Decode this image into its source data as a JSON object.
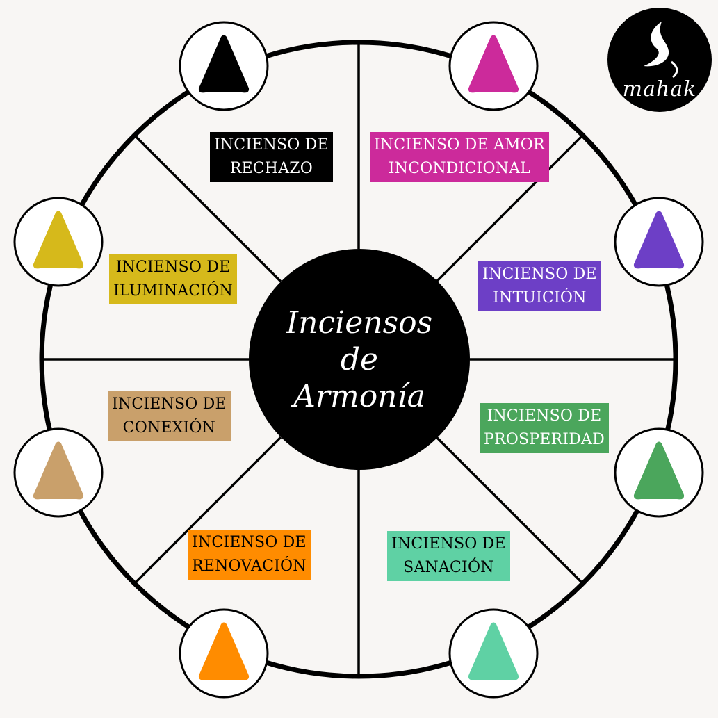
{
  "center": {
    "line1": "Inciensos",
    "line2": "de",
    "line3": "Armonía"
  },
  "logo": {
    "text": "mahak"
  },
  "segments": [
    {
      "line1": "INCIENSO DE",
      "line2": "RECHAZO",
      "color": "#000000",
      "text_color": "#ffffff"
    },
    {
      "line1": "INCIENSO DE AMOR",
      "line2": "INCONDICIONAL",
      "color": "#cc2a9b",
      "text_color": "#ffffff"
    },
    {
      "line1": "INCIENSO DE",
      "line2": "INTUICIÓN",
      "color": "#6d3fc6",
      "text_color": "#ffffff"
    },
    {
      "line1": "INCIENSO DE",
      "line2": "PROSPERIDAD",
      "color": "#4ba65c",
      "text_color": "#ffffff"
    },
    {
      "line1": "INCIENSO DE",
      "line2": "SANACIÓN",
      "color": "#5fd1a4",
      "text_color": "#000000"
    },
    {
      "line1": "INCIENSO DE",
      "line2": "RENOVACIÓN",
      "color": "#ff8c00",
      "text_color": "#000000"
    },
    {
      "line1": "INCIENSO DE",
      "line2": "CONEXIÓN",
      "color": "#c9a06b",
      "text_color": "#000000"
    },
    {
      "line1": "INCIENSO DE",
      "line2": "ILUMINACIÓN",
      "color": "#d6b91b",
      "text_color": "#000000"
    }
  ]
}
